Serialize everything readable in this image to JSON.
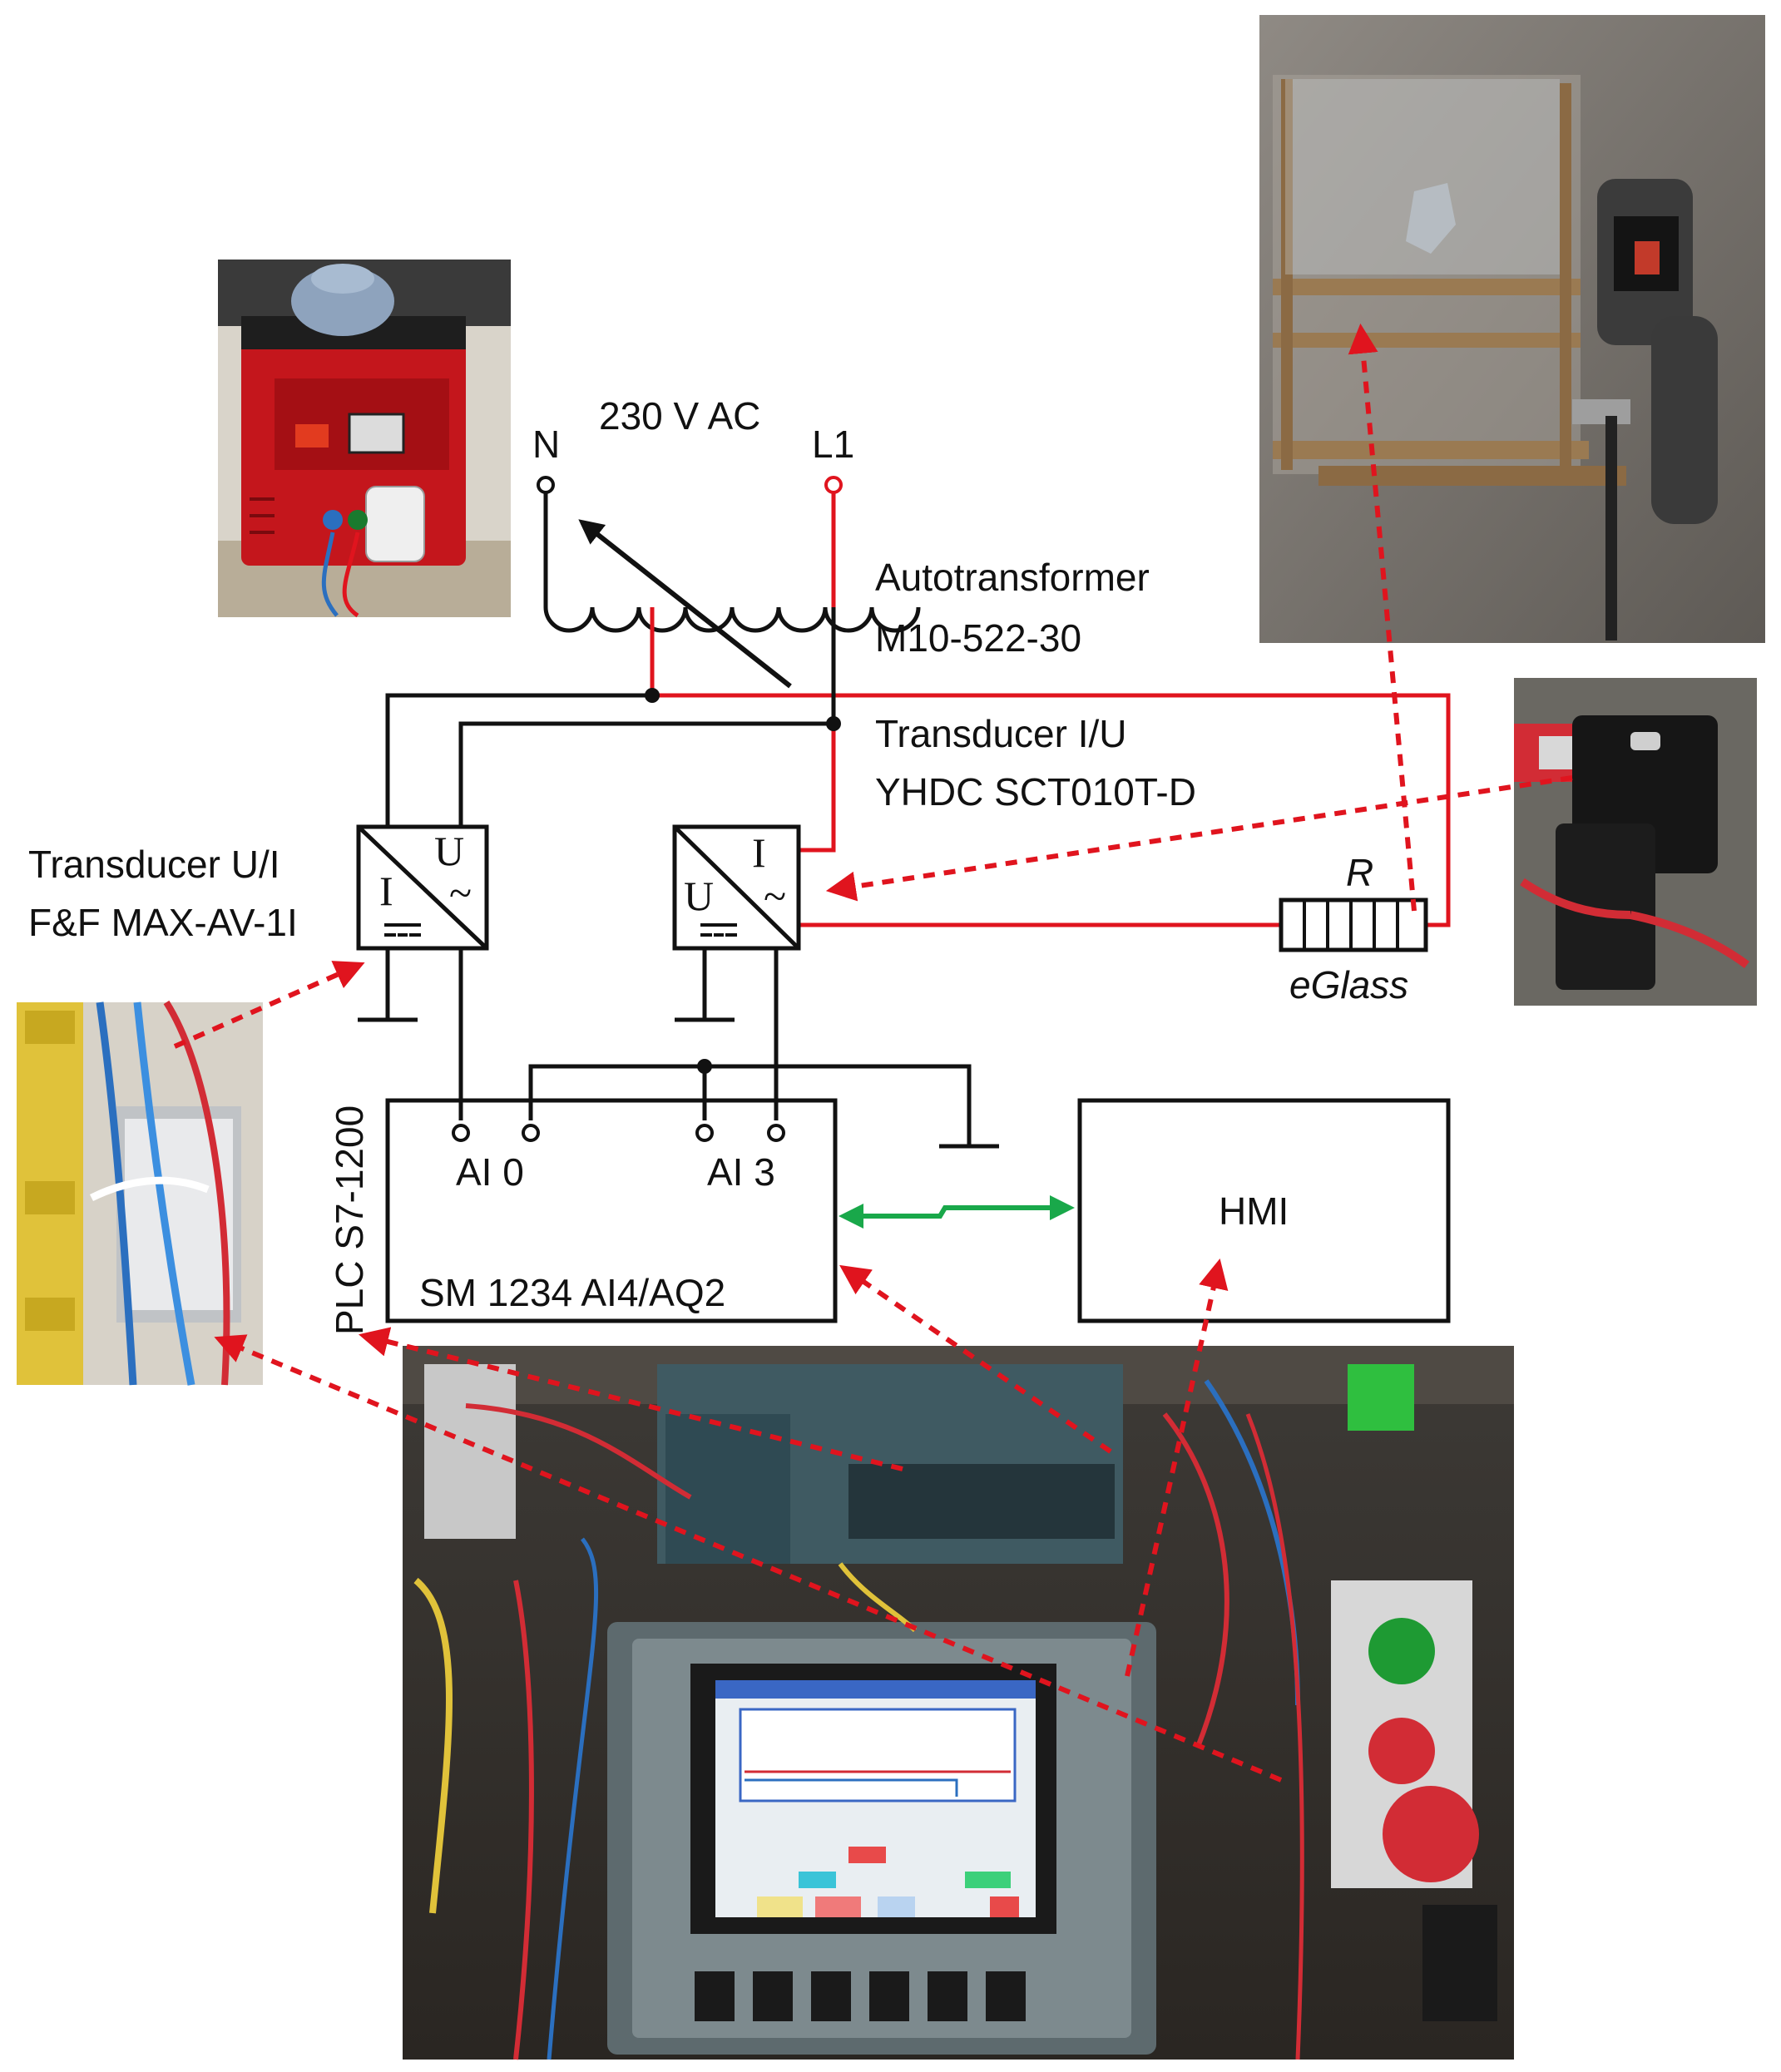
{
  "supply": {
    "label": "230 V AC",
    "n_label": "N",
    "l1_label": "L1"
  },
  "autotransformer": {
    "line1": "Autotransformer",
    "line2": "M10-522-30"
  },
  "transducer_iu": {
    "line1": "Transducer I/U",
    "line2": "YHDC SCT010T-D",
    "sym_in": "I",
    "sym_out": "U",
    "sym_ac": "~"
  },
  "transducer_ui": {
    "line1": "Transducer U/I",
    "line2": "F&F MAX-AV-1I",
    "sym_in": "U",
    "sym_out": "I",
    "sym_ac": "~"
  },
  "load": {
    "symbol": "R",
    "name": "eGlass"
  },
  "plc": {
    "name": "PLC S7-1200",
    "module": "SM 1234 AI4/AQ2",
    "ai0": "AI 0",
    "ai3": "AI 3"
  },
  "hmi": {
    "label": "HMI"
  },
  "colors": {
    "line": "#111111",
    "power": "#e0141e",
    "link": "#19a84a",
    "pointer": "#e0141e"
  },
  "photos": [
    "autotransformer-photo",
    "thermal-camera-eglass-photo",
    "current-clamp-photo",
    "transducer-terminal-photo",
    "control-cabinet-plc-hmi-photo"
  ]
}
